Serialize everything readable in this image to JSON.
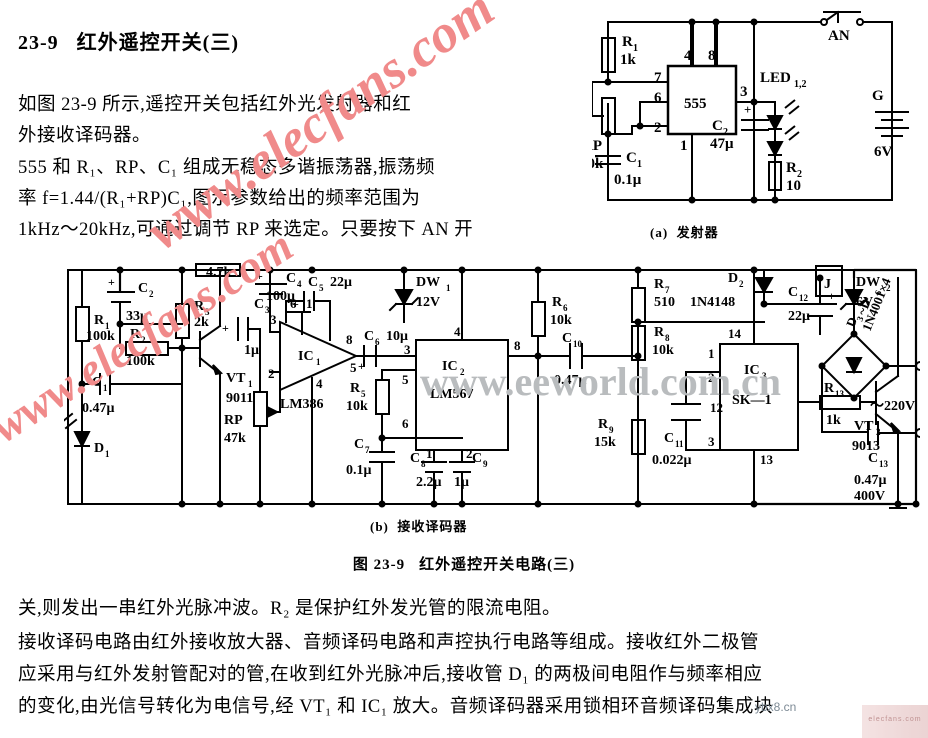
{
  "document": {
    "heading_number": "23-9",
    "heading_title": "红外遥控开关(三)",
    "paragraphs": [
      "如图 23-9 所示,遥控开关包括红外光发射器和红",
      "外接收译码器。",
      "555 和 R₁、RP、C₁ 组成无稳态多谐振荡器,振荡频",
      "率 f=1.44/(R₁+RP)C₁,图示参数给出的频率范围为",
      "1kHz～20kHz,可通过调节 RP 来选定。只要按下 AN 开"
    ],
    "figure_caption_number": "图 23-9",
    "figure_caption_title": "红外遥控开关电路(三)",
    "paragraphs_bottom": [
      "关,则发出一串红外光脉冲波。R₂ 是保护红外发光管的限流电阻。",
      "接收译码电路由红外接收放大器、音频译码电路和声控执行电路等组成。接收红外二极管",
      "应采用与红外发射管配对的管,在收到红外光脉冲后,接收管 D₁ 的两极间电阻作与频率相应",
      "的变化,由光信号转化为电信号,经 VT₁ 和 IC₁ 放大。音频译码器采用锁相环音频译码集成块"
    ]
  },
  "watermarks": {
    "red_1": "www.elecfans.com",
    "red_2": "www.elecfans.com",
    "grey": "www.eeworld.com.cn",
    "small": "ybx8.cn",
    "badge": "elecfans.com",
    "red_color": "#f08a8a",
    "grey_color": "#b9bcbe"
  },
  "transmitter": {
    "subcaption_label": "(a)",
    "subcaption_title": "发射器",
    "ic_label": "555",
    "pins": [
      "7",
      "6",
      "2",
      "1",
      "4",
      "8",
      "3"
    ],
    "components": [
      {
        "ref": "R₁",
        "value": "1k"
      },
      {
        "ref": "RP",
        "value": "10k"
      },
      {
        "ref": "C₁",
        "value": "0.1μ"
      },
      {
        "ref": "C₂",
        "value": "47μ"
      },
      {
        "ref": "LED₁,₂",
        "value": ""
      },
      {
        "ref": "R₂",
        "value": "10"
      },
      {
        "ref": "AN",
        "value": ""
      },
      {
        "ref": "G",
        "value": "6V"
      }
    ]
  },
  "receiver": {
    "subcaption_label": "(b)",
    "subcaption_title": "接收译码器",
    "components": [
      {
        "ref": "D₁",
        "value": ""
      },
      {
        "ref": "C₁",
        "value": "0.47μ"
      },
      {
        "ref": "R₁",
        "value": "100k"
      },
      {
        "ref": "R₂",
        "value": "100k"
      },
      {
        "ref": "C₂",
        "value": "33μ"
      },
      {
        "ref": "R₃",
        "value": "2k"
      },
      {
        "ref": "R₄",
        "value": "4.7k"
      },
      {
        "ref": "C₃",
        "value": "1μ"
      },
      {
        "ref": "VT₁",
        "value": "9011"
      },
      {
        "ref": "RP",
        "value": "47k"
      },
      {
        "ref": "C₄",
        "value": "100μ"
      },
      {
        "ref": "C₅",
        "value": "22μ"
      },
      {
        "ref": "DW₁",
        "value": "12V"
      },
      {
        "ref": "IC₁",
        "value": "LM386"
      },
      {
        "ref": "C₆",
        "value": "10μ"
      },
      {
        "ref": "R₅",
        "value": "10k"
      },
      {
        "ref": "C₇",
        "value": "0.1μ"
      },
      {
        "ref": "C₈",
        "value": "2.2μ"
      },
      {
        "ref": "C₉",
        "value": "1μ"
      },
      {
        "ref": "IC₂",
        "value": "LM567"
      },
      {
        "ref": "R₆",
        "value": "10k"
      },
      {
        "ref": "C₁₀",
        "value": "0.47μ"
      },
      {
        "ref": "R₇",
        "value": "510"
      },
      {
        "ref": "R₈",
        "value": "10k"
      },
      {
        "ref": "R₉",
        "value": "15k"
      },
      {
        "ref": "C₁₁",
        "value": "0.022μ"
      },
      {
        "ref": "IC₃",
        "value": "SK—1"
      },
      {
        "ref": "C₁₂",
        "value": "22μ"
      },
      {
        "ref": "D₂",
        "value": "1N4148"
      },
      {
        "ref": "J",
        "value": ""
      },
      {
        "ref": "DW₂",
        "value": "6V"
      },
      {
        "ref": "R₁₃",
        "value": "1k"
      },
      {
        "ref": "VT₂",
        "value": "9013"
      },
      {
        "ref": "D₃~D₆",
        "value": "1N4001×4"
      },
      {
        "ref": "C₁₃",
        "value": "0.47μ 400V"
      },
      {
        "ref": "MAINS",
        "value": "～220V"
      }
    ],
    "ic1_pins": [
      "3",
      "2",
      "6",
      "4",
      "1",
      "8",
      "5"
    ],
    "ic2_pins": [
      "4",
      "3",
      "8",
      "5",
      "6",
      "1",
      "2"
    ],
    "ic3_pins": [
      "14",
      "1",
      "2",
      "3",
      "12",
      "13"
    ]
  }
}
